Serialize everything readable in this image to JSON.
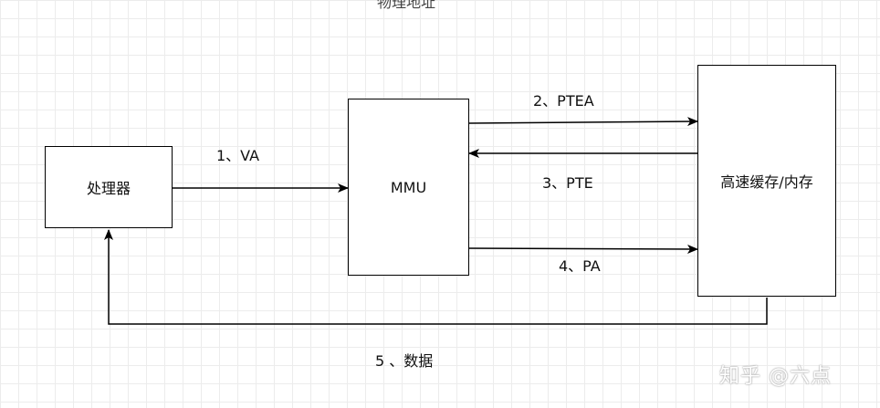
{
  "title": "物理地址",
  "nodes": {
    "processor": "处理器",
    "mmu": "MMU",
    "memory": "高速缓存/内存"
  },
  "edges": {
    "va": "1、VA",
    "ptea": "2、PTEA",
    "pte": "3、PTE",
    "pa": "4、PA",
    "data": "5 、数据"
  },
  "watermark": "知乎 @六点",
  "colors": {
    "stroke": "#000000",
    "grid": "#ececec",
    "background": "#ffffff"
  }
}
